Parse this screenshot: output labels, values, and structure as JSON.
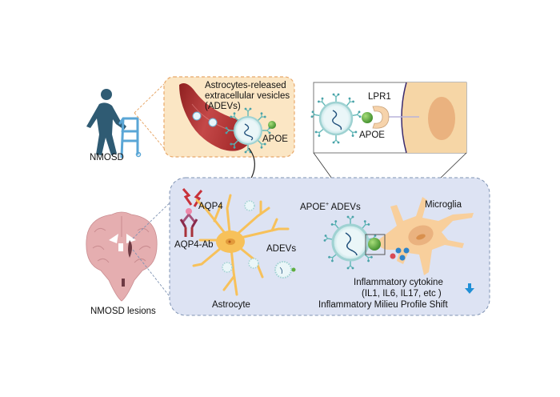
{
  "patient": {
    "label": "NMOSD"
  },
  "brain": {
    "label": "NMOSD lesions"
  },
  "vessel_panel": {
    "title_lines": [
      "Astrocytes-released",
      "extracellular vesicles",
      "(ADEVs)"
    ],
    "apoe_label": "APOE"
  },
  "zoom_panel": {
    "receptor_label": "LPR1",
    "apoe_label": "APOE"
  },
  "lesion_panel": {
    "aqp4_label": "AQP4",
    "aqp4_ab_label": "AQP4-Ab",
    "adevs_label": "ADEVs",
    "astrocyte_label": "Astrocyte",
    "apoe_adevs_label_main": "APOE",
    "apoe_adevs_label_sup": "+",
    "apoe_adevs_label_rest": " ADEVs",
    "microglia_label": "Microglia",
    "cytokine_line1": "Inflammatory cytokine",
    "cytokine_line2": "(IL1, IL6, IL17, etc )",
    "milieu_line": "Inflammatory Milieu Profile Shift",
    "trend": "down"
  },
  "colors": {
    "patient": "#2f5b73",
    "walker": "#5aa6d6",
    "vessel_panel_bg": "#fbe6c4",
    "vessel_panel_border": "#e8a86a",
    "lesion_panel_bg": "#dde3f3",
    "lesion_panel_border": "#7f93b3",
    "astrocyte": "#f7c15a",
    "microglia": "#f8cf9c",
    "vesicle": "#5fb7b6",
    "apoe": "#5fae3f",
    "vessel": "#b83a3a",
    "down_arrow": "#1f8fd6"
  }
}
